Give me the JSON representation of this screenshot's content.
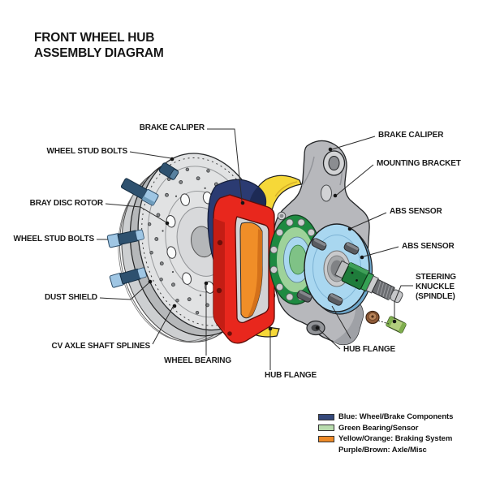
{
  "title": "FRONT WHEEL HUB ASSEMBLY DIAGRAM",
  "callouts": [
    {
      "id": "brake-caliper-left",
      "label": "BRAKE CALIPER"
    },
    {
      "id": "wheel-stud-bolts-top",
      "label": "WHEEL STUD BOLTS"
    },
    {
      "id": "bray-disc-rotor",
      "label": "BRAY DISC ROTOR"
    },
    {
      "id": "wheel-stud-bolts-bottom",
      "label": "WHEEL STUD BOLTS"
    },
    {
      "id": "dust-shield",
      "label": "DUST SHIELD"
    },
    {
      "id": "cv-axle-shaft-splines",
      "label": "CV AXLE SHAFT SPLINES"
    },
    {
      "id": "wheel-bearing",
      "label": "WHEEL BEARING"
    },
    {
      "id": "hub-flange-bottom",
      "label": "HUB FLANGE"
    },
    {
      "id": "brake-caliper-right",
      "label": "BRAKE CALIPER"
    },
    {
      "id": "mounting-bracket",
      "label": "MOUNTING BRACKET"
    },
    {
      "id": "abs-sensor-upper",
      "label": "ABS SENSOR"
    },
    {
      "id": "abs-sensor-lower",
      "label": "ABS SENSOR"
    },
    {
      "id": "steering-knuckle",
      "label": "STEERING\nKNUCKLE\n(SPINDLE)"
    },
    {
      "id": "hub-flange-right",
      "label": "HUB FLANGE"
    }
  ],
  "legend": {
    "items": [
      {
        "swatch": "#35497b",
        "label": "Blue: Wheel/Brake Components"
      },
      {
        "swatch": "#b9dcae",
        "label": "Green Bearing/Sensor"
      },
      {
        "swatch": "#ee8a28",
        "label": "Yellow/Orange: Braking System"
      },
      {
        "swatch": null,
        "label": "Purple/Brown: Axle/Misc"
      }
    ]
  },
  "colors": {
    "caliper_red": "#e8271d",
    "pad_navy": "#2b3b72",
    "pad_orange": "#f08e28",
    "braking_yellow": "#f6d838",
    "bearing_green": "#1e8a41",
    "hub_blue": "#a9d7f0",
    "axle_brown": "#8f5b38"
  }
}
